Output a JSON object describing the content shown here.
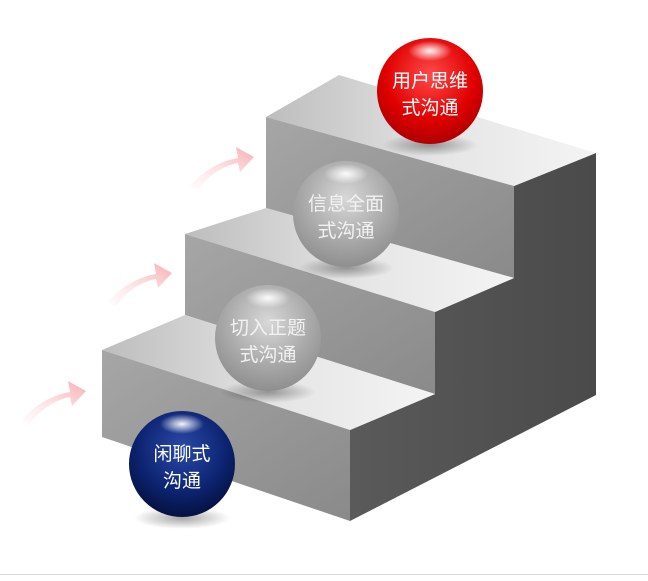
{
  "steps": [
    {
      "id": "step-1",
      "line1": "闲聊式",
      "line2": "沟通",
      "sphere": "navy"
    },
    {
      "id": "step-2",
      "line1": "切入正题",
      "line2": "式沟通",
      "sphere": "gray"
    },
    {
      "id": "step-3",
      "line1": "信息全面",
      "line2": "式沟通",
      "sphere": "gray"
    },
    {
      "id": "step-4",
      "line1": "用户思维",
      "line2": "式沟通",
      "sphere": "red"
    }
  ],
  "colors": {
    "navy": "#0c2370",
    "gray": "#a9a9a9",
    "red": "#e00000",
    "arrow": "#f6b3b8",
    "label_on_gray": "#f2f2f2",
    "label_on_color": "#ffffff"
  }
}
